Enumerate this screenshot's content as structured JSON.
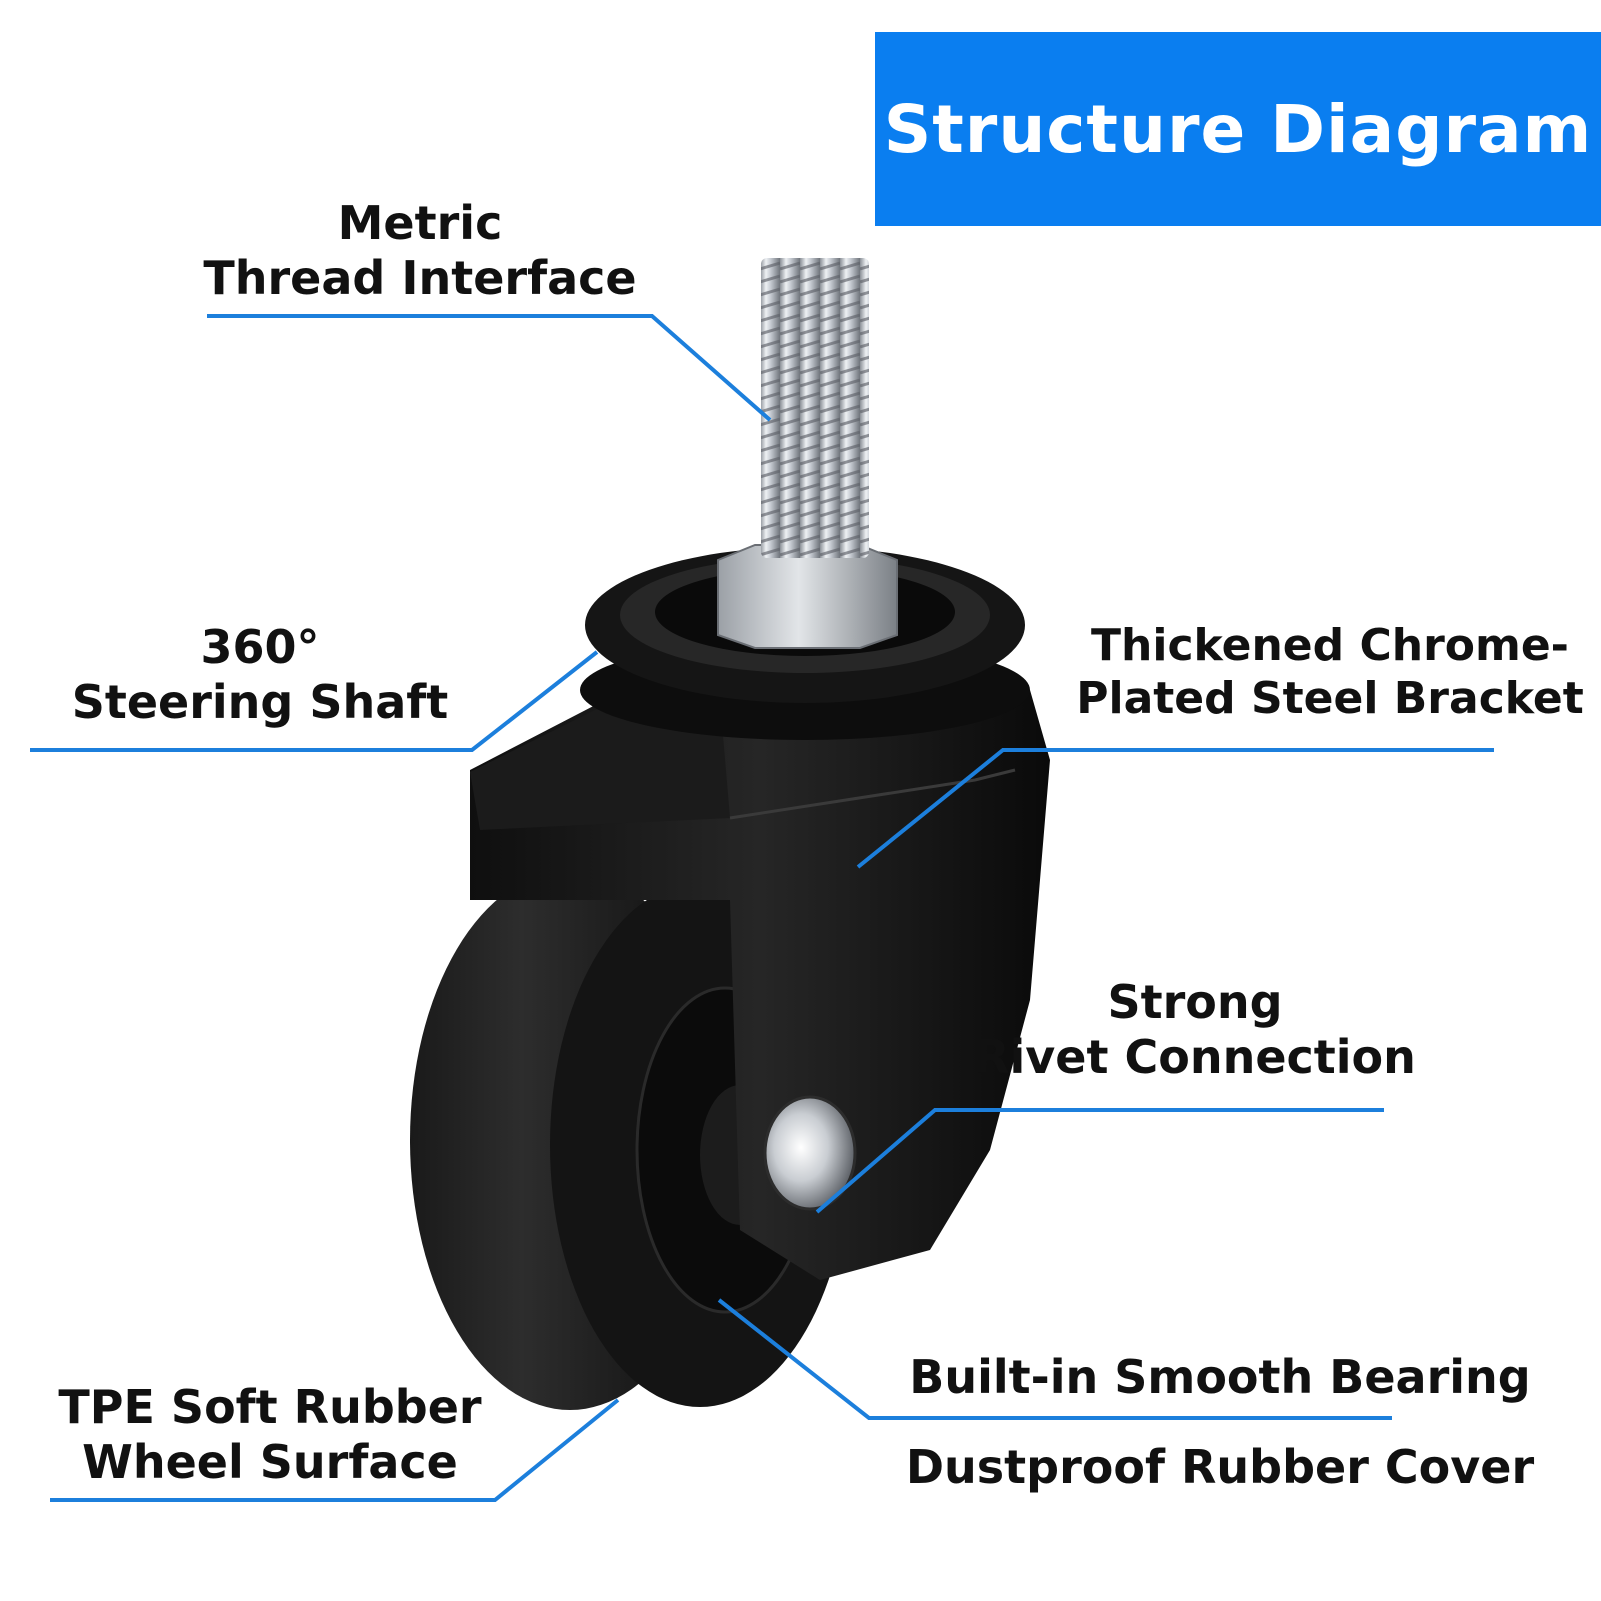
{
  "title": "Structure Diagram",
  "colors": {
    "title_bg": "#0a7ef0",
    "leader_line": "#1c7fdc",
    "text": "#111111",
    "background": "#ffffff"
  },
  "callouts": [
    {
      "id": "thread",
      "lines": [
        "Metric",
        "Thread Interface"
      ]
    },
    {
      "id": "steering",
      "lines": [
        "360°",
        "Steering Shaft"
      ]
    },
    {
      "id": "bracket",
      "lines": [
        "Thickened Chrome-",
        "Plated Steel Bracket"
      ]
    },
    {
      "id": "rivet",
      "lines": [
        "Strong",
        "Rivet Connection"
      ]
    },
    {
      "id": "bearing",
      "lines": [
        "Built-in Smooth Bearing"
      ]
    },
    {
      "id": "cover",
      "lines": [
        "Dustproof Rubber Cover"
      ]
    },
    {
      "id": "wheel",
      "lines": [
        "TPE Soft Rubber",
        "Wheel Surface"
      ]
    }
  ]
}
